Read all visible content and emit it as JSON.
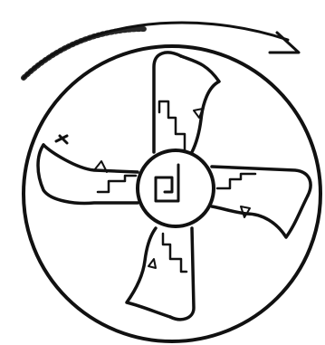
{
  "figure": {
    "kind": "line drawing",
    "ink_color": "#111111",
    "background_color": "#ffffff",
    "elements": [
      "outer-circle",
      "motion-arrow",
      "center-circle",
      "spiral-icon",
      "arm-top",
      "arm-right",
      "arm-bottom",
      "arm-left"
    ]
  }
}
